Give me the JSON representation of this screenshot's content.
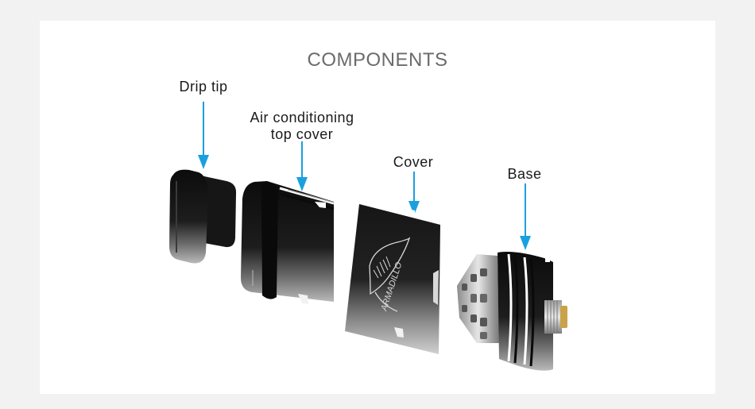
{
  "diagram": {
    "title": "COMPONENTS",
    "labels": {
      "drip_tip": "Drip tip",
      "air_cover_line1": "Air conditioning",
      "air_cover_line2": "top cover",
      "cover": "Cover",
      "base": "Base"
    },
    "engraving": "ARMADILLO",
    "colors": {
      "background": "#f2f2f2",
      "panel": "#ffffff",
      "arrow": "#1aa0e0",
      "title": "#6b6b6b"
    }
  }
}
